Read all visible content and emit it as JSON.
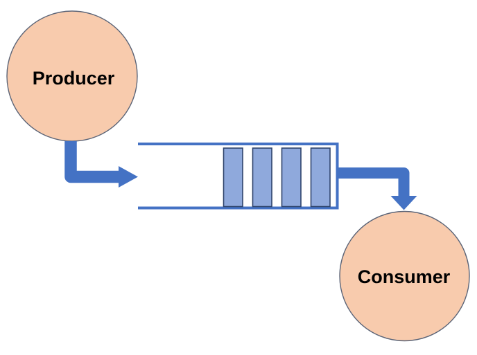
{
  "diagram": {
    "type": "producer-consumer-queue",
    "nodes": {
      "producer": {
        "label": "Producer",
        "shape": "circle"
      },
      "consumer": {
        "label": "Consumer",
        "shape": "circle"
      }
    },
    "queue": {
      "item_count": 4,
      "open_side": "left"
    },
    "arrows": [
      {
        "name": "producer-to-queue",
        "style": "elbow",
        "direction": "down-then-right"
      },
      {
        "name": "queue-to-consumer",
        "style": "elbow",
        "direction": "right-then-down"
      }
    ],
    "colors": {
      "background": "#FFFFFF",
      "node_fill": "#F8CBAD",
      "node_stroke": "#5B6477",
      "arrow_blue": "#4472C4",
      "queue_outline": "#4472C4",
      "queue_item_fill": "#8FA9DC",
      "queue_item_stroke": "#2E436B",
      "label_color": "#000000"
    }
  }
}
